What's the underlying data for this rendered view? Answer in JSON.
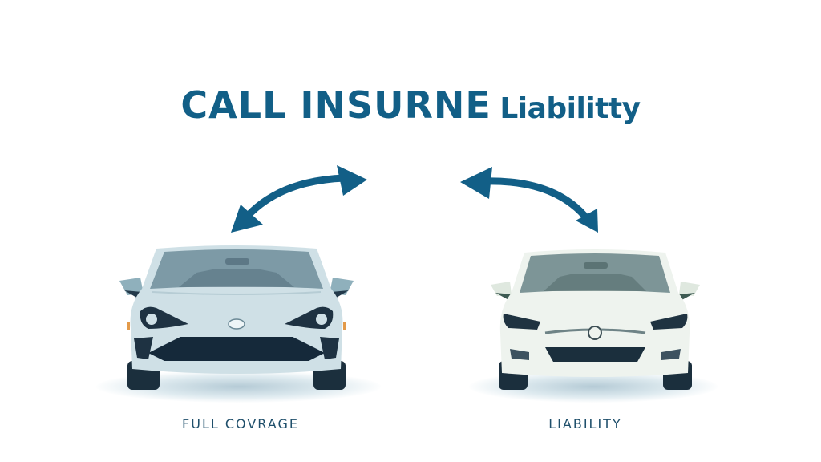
{
  "title": {
    "main": "CALL INSURNE",
    "sub": "Liabilitty",
    "color": "#125f87"
  },
  "arrows": [
    {
      "name": "double-arrow-left",
      "direction": "curved bidirectional, up-right to down-left"
    },
    {
      "name": "double-arrow-right",
      "direction": "curved bidirectional, up-left to down-right"
    }
  ],
  "cars": [
    {
      "name": "full-coverage-car",
      "body_color": "#cfe0e6",
      "label": "FULL COVRAGE"
    },
    {
      "name": "liability-car",
      "body_color": "#eef3ee",
      "label": "LIABILITY"
    }
  ],
  "colors": {
    "accent": "#125f87",
    "label_text": "#1f4f6b",
    "dark_trim": "#1b2f3d",
    "background": "#ffffff"
  }
}
